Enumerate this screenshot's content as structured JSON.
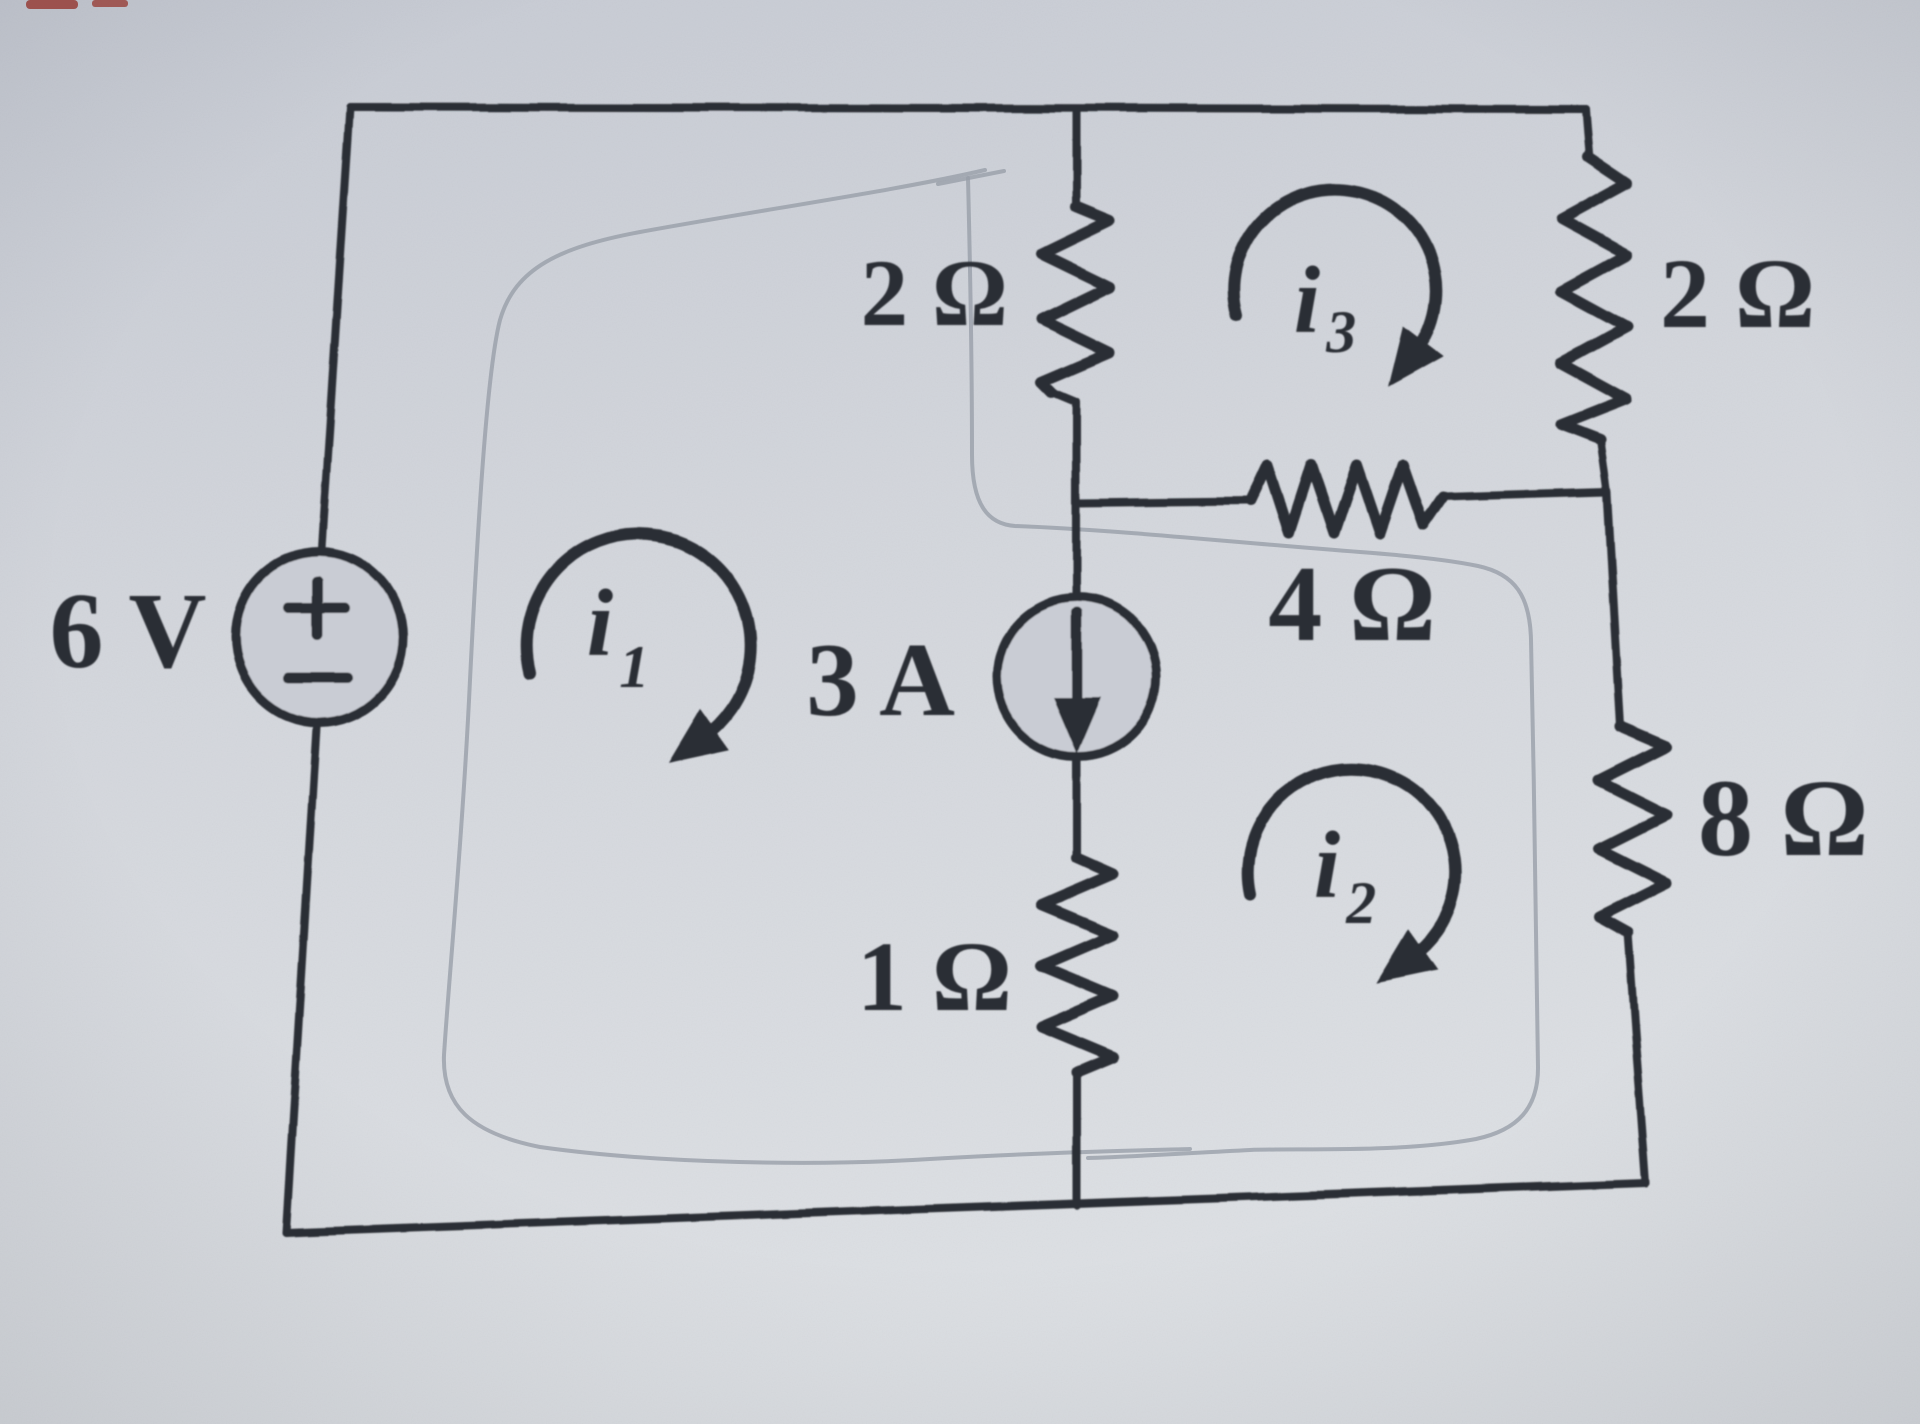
{
  "diagram": {
    "kind": "circuit-schematic-photo",
    "description": "Photographed textbook circuit for mesh-current analysis with faint pencil supermesh outlines",
    "voltage_source": {
      "label": "6 V",
      "polarity_top": "+",
      "polarity_bottom": "−",
      "position": "left-branch"
    },
    "current_source": {
      "label": "3 A",
      "direction": "down",
      "position": "middle-branch"
    },
    "resistors": {
      "top_middle": {
        "label": "2 Ω",
        "orientation": "vertical"
      },
      "top_right": {
        "label": "2 Ω",
        "orientation": "vertical"
      },
      "middle": {
        "label": "4 Ω",
        "orientation": "horizontal"
      },
      "bottom_middle": {
        "label": "1 Ω",
        "orientation": "vertical"
      },
      "right": {
        "label": "8 Ω",
        "orientation": "vertical"
      }
    },
    "mesh_currents": {
      "i1": {
        "base": "i",
        "sub": "1",
        "direction": "clockwise",
        "region": "left-mesh"
      },
      "i2": {
        "base": "i",
        "sub": "2",
        "direction": "clockwise",
        "region": "bottom-right-mesh"
      },
      "i3": {
        "base": "i",
        "sub": "3",
        "direction": "clockwise",
        "region": "top-right-mesh"
      }
    },
    "annotations": {
      "pencil_marks": "hand-drawn supermesh outline around left and bottom-right meshes"
    },
    "colors": {
      "paper_top": "#c6cad3",
      "paper_mid": "#d3d6dc",
      "paper_bottom": "#dde0e4",
      "ink": "#2b2e35",
      "pencil": "#979da8",
      "source_fill": "#c9ccd4",
      "edge_mark": "#9e4038"
    }
  }
}
